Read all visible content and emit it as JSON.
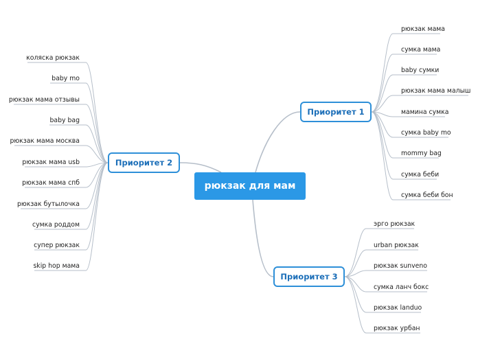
{
  "central": {
    "label": "рюкзак для мам"
  },
  "topics": [
    {
      "label": "Приоритет 1",
      "items": [
        "рюкзак мама",
        "сумка мама",
        "baby сумки",
        "рюкзак мама малыш",
        "мамина сумка",
        "сумка baby mo",
        "mommy bag",
        "сумка беби",
        "сумка беби бон"
      ]
    },
    {
      "label": "Приоритет 2",
      "items": [
        "коляска рюкзак",
        "baby mo",
        "рюкзак мама отзывы",
        "baby bag",
        "рюкзак мама москва",
        "рюкзак мама usb",
        "рюкзак мама спб",
        "рюкзак бутылочка",
        "сумка роддом",
        "супер рюкзак",
        "skip hop мама"
      ]
    },
    {
      "label": "Приоритет 3",
      "items": [
        "эрго рюкзак",
        "urban рюкзак",
        "рюкзак sunveno",
        "сумка ланч бокс",
        "рюкзак landuo",
        "рюкзак урбан"
      ]
    }
  ],
  "colors": {
    "central_fill": "#2b98e6",
    "topic_border": "#2d8fd8",
    "topic_text": "#1b6eb8",
    "link": "#b5bec9"
  }
}
